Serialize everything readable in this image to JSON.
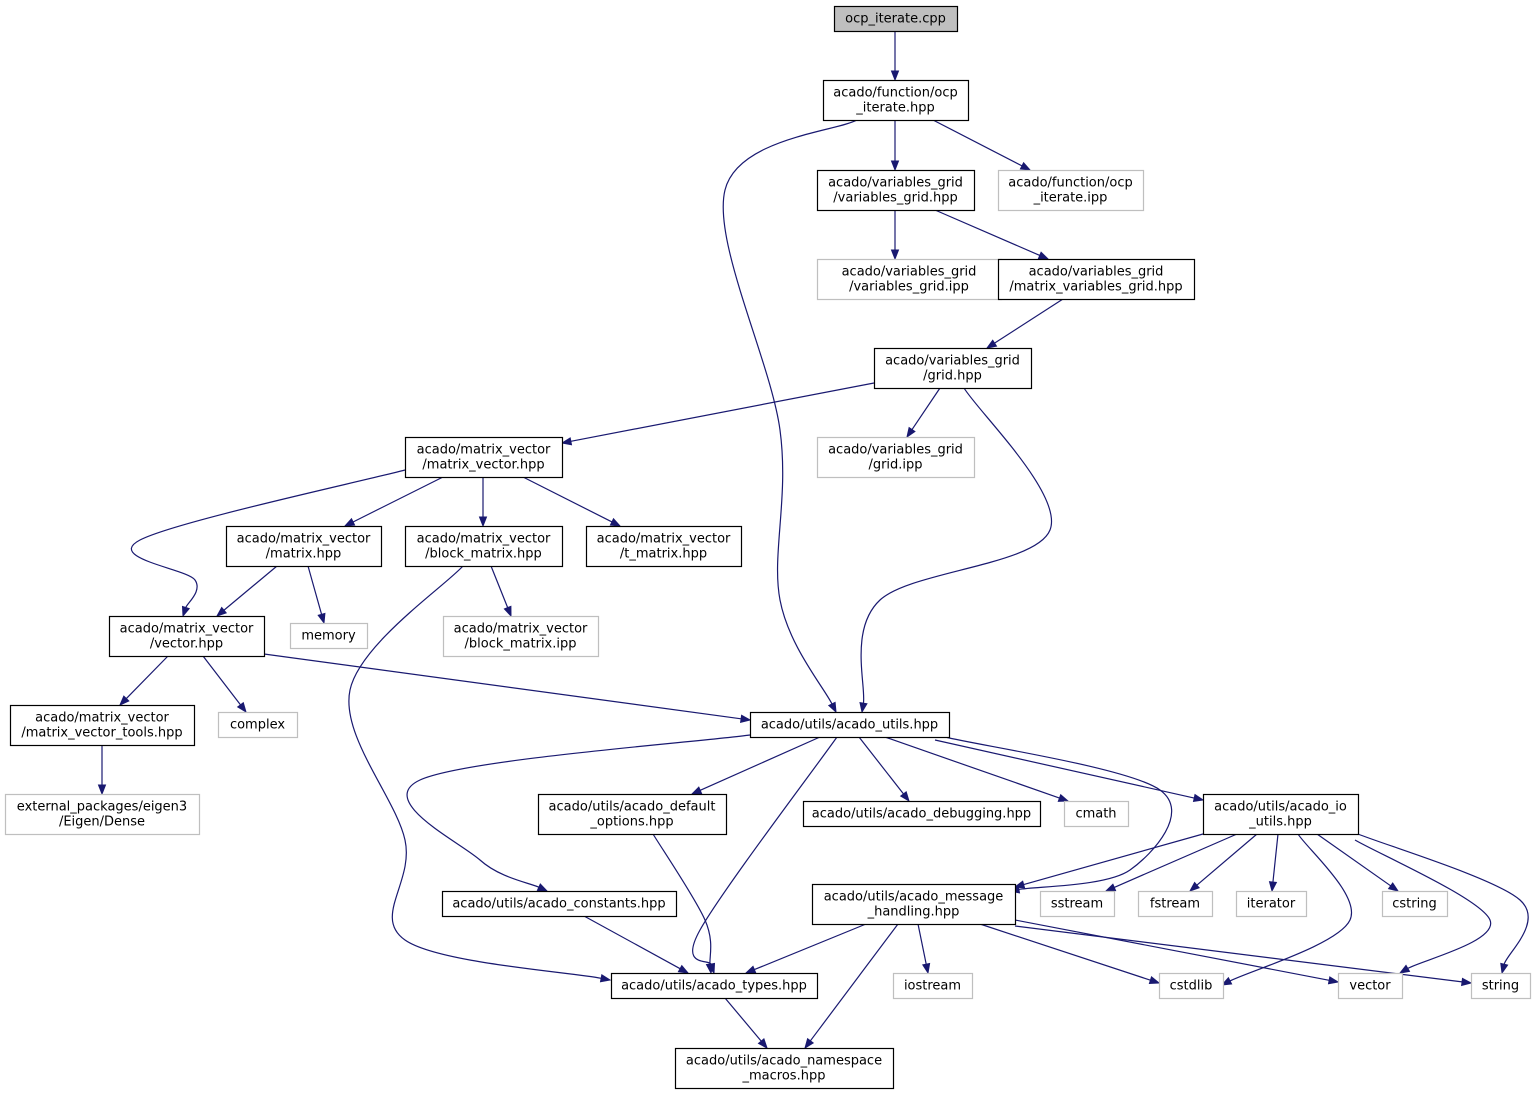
{
  "diagram": {
    "nodes": [
      {
        "id": "root",
        "kind": "root",
        "lines": [
          "ocp_iterate.cpp"
        ]
      },
      {
        "id": "ocp_iterate_hpp",
        "kind": "file",
        "lines": [
          "acado/function/ocp",
          "_iterate.hpp"
        ]
      },
      {
        "id": "vg_hpp",
        "kind": "file",
        "lines": [
          "acado/variables_grid",
          "/variables_grid.hpp"
        ]
      },
      {
        "id": "ocp_iterate_ipp",
        "kind": "external",
        "lines": [
          "acado/function/ocp",
          "_iterate.ipp"
        ]
      },
      {
        "id": "vg_ipp",
        "kind": "external",
        "lines": [
          "acado/variables_grid",
          "/variables_grid.ipp"
        ]
      },
      {
        "id": "mvg_hpp",
        "kind": "file",
        "lines": [
          "acado/variables_grid",
          "/matrix_variables_grid.hpp"
        ]
      },
      {
        "id": "grid_hpp",
        "kind": "file",
        "lines": [
          "acado/variables_grid",
          "/grid.hpp"
        ]
      },
      {
        "id": "grid_ipp",
        "kind": "external",
        "lines": [
          "acado/variables_grid",
          "/grid.ipp"
        ]
      },
      {
        "id": "mv_hpp",
        "kind": "file",
        "lines": [
          "acado/matrix_vector",
          "/matrix_vector.hpp"
        ]
      },
      {
        "id": "matrix_hpp",
        "kind": "file",
        "lines": [
          "acado/matrix_vector",
          "/matrix.hpp"
        ]
      },
      {
        "id": "block_hpp",
        "kind": "file",
        "lines": [
          "acado/matrix_vector",
          "/block_matrix.hpp"
        ]
      },
      {
        "id": "tmatrix_hpp",
        "kind": "file",
        "lines": [
          "acado/matrix_vector",
          "/t_matrix.hpp"
        ]
      },
      {
        "id": "vector_hpp",
        "kind": "file",
        "lines": [
          "acado/matrix_vector",
          "/vector.hpp"
        ]
      },
      {
        "id": "memory",
        "kind": "external",
        "lines": [
          "memory"
        ]
      },
      {
        "id": "block_ipp",
        "kind": "external",
        "lines": [
          "acado/matrix_vector",
          "/block_matrix.ipp"
        ]
      },
      {
        "id": "mvtools_hpp",
        "kind": "file",
        "lines": [
          "acado/matrix_vector",
          "/matrix_vector_tools.hpp"
        ]
      },
      {
        "id": "complex",
        "kind": "external",
        "lines": [
          "complex"
        ]
      },
      {
        "id": "utils_hpp",
        "kind": "file",
        "lines": [
          "acado/utils/acado_utils.hpp"
        ]
      },
      {
        "id": "eigen",
        "kind": "external",
        "lines": [
          "external_packages/eigen3",
          "/Eigen/Dense"
        ]
      },
      {
        "id": "defopt_hpp",
        "kind": "file",
        "lines": [
          "acado/utils/acado_default",
          "_options.hpp"
        ]
      },
      {
        "id": "debug_hpp",
        "kind": "file",
        "lines": [
          "acado/utils/acado_debugging.hpp"
        ]
      },
      {
        "id": "cmath",
        "kind": "external",
        "lines": [
          "cmath"
        ]
      },
      {
        "id": "io_hpp",
        "kind": "file",
        "lines": [
          "acado/utils/acado_io",
          "_utils.hpp"
        ]
      },
      {
        "id": "const_hpp",
        "kind": "file",
        "lines": [
          "acado/utils/acado_constants.hpp"
        ]
      },
      {
        "id": "msg_hpp",
        "kind": "file",
        "lines": [
          "acado/utils/acado_message",
          "_handling.hpp"
        ]
      },
      {
        "id": "sstream",
        "kind": "external",
        "lines": [
          "sstream"
        ]
      },
      {
        "id": "fstream",
        "kind": "external",
        "lines": [
          "fstream"
        ]
      },
      {
        "id": "iterator",
        "kind": "external",
        "lines": [
          "iterator"
        ]
      },
      {
        "id": "cstring",
        "kind": "external",
        "lines": [
          "cstring"
        ]
      },
      {
        "id": "types_hpp",
        "kind": "file",
        "lines": [
          "acado/utils/acado_types.hpp"
        ]
      },
      {
        "id": "iostream",
        "kind": "external",
        "lines": [
          "iostream"
        ]
      },
      {
        "id": "cstdlib",
        "kind": "external",
        "lines": [
          "cstdlib"
        ]
      },
      {
        "id": "vector",
        "kind": "external",
        "lines": [
          "vector"
        ]
      },
      {
        "id": "string",
        "kind": "external",
        "lines": [
          "string"
        ]
      },
      {
        "id": "ns_hpp",
        "kind": "file",
        "lines": [
          "acado/utils/acado_namespace",
          "_macros.hpp"
        ]
      }
    ],
    "edges": [
      [
        "root",
        "ocp_iterate_hpp"
      ],
      [
        "ocp_iterate_hpp",
        "vg_hpp"
      ],
      [
        "ocp_iterate_hpp",
        "ocp_iterate_ipp"
      ],
      [
        "ocp_iterate_hpp",
        "utils_hpp"
      ],
      [
        "vg_hpp",
        "vg_ipp"
      ],
      [
        "vg_hpp",
        "mvg_hpp"
      ],
      [
        "mvg_hpp",
        "grid_hpp"
      ],
      [
        "grid_hpp",
        "mv_hpp"
      ],
      [
        "grid_hpp",
        "grid_ipp"
      ],
      [
        "grid_hpp",
        "utils_hpp"
      ],
      [
        "mv_hpp",
        "vector_hpp"
      ],
      [
        "mv_hpp",
        "matrix_hpp"
      ],
      [
        "mv_hpp",
        "block_hpp"
      ],
      [
        "mv_hpp",
        "tmatrix_hpp"
      ],
      [
        "matrix_hpp",
        "vector_hpp"
      ],
      [
        "matrix_hpp",
        "memory"
      ],
      [
        "block_hpp",
        "block_ipp"
      ],
      [
        "block_hpp",
        "types_hpp"
      ],
      [
        "vector_hpp",
        "mvtools_hpp"
      ],
      [
        "vector_hpp",
        "complex"
      ],
      [
        "vector_hpp",
        "utils_hpp"
      ],
      [
        "mvtools_hpp",
        "eigen"
      ],
      [
        "utils_hpp",
        "const_hpp"
      ],
      [
        "utils_hpp",
        "defopt_hpp"
      ],
      [
        "utils_hpp",
        "types_hpp"
      ],
      [
        "utils_hpp",
        "debug_hpp"
      ],
      [
        "utils_hpp",
        "cmath"
      ],
      [
        "utils_hpp",
        "msg_hpp"
      ],
      [
        "utils_hpp",
        "io_hpp"
      ],
      [
        "defopt_hpp",
        "types_hpp"
      ],
      [
        "const_hpp",
        "types_hpp"
      ],
      [
        "io_hpp",
        "msg_hpp"
      ],
      [
        "io_hpp",
        "sstream"
      ],
      [
        "io_hpp",
        "fstream"
      ],
      [
        "io_hpp",
        "iterator"
      ],
      [
        "io_hpp",
        "cstring"
      ],
      [
        "io_hpp",
        "cstdlib"
      ],
      [
        "io_hpp",
        "vector"
      ],
      [
        "io_hpp",
        "string"
      ],
      [
        "msg_hpp",
        "types_hpp"
      ],
      [
        "msg_hpp",
        "ns_hpp"
      ],
      [
        "msg_hpp",
        "iostream"
      ],
      [
        "msg_hpp",
        "cstdlib"
      ],
      [
        "msg_hpp",
        "vector"
      ],
      [
        "msg_hpp",
        "string"
      ],
      [
        "types_hpp",
        "ns_hpp"
      ]
    ]
  }
}
